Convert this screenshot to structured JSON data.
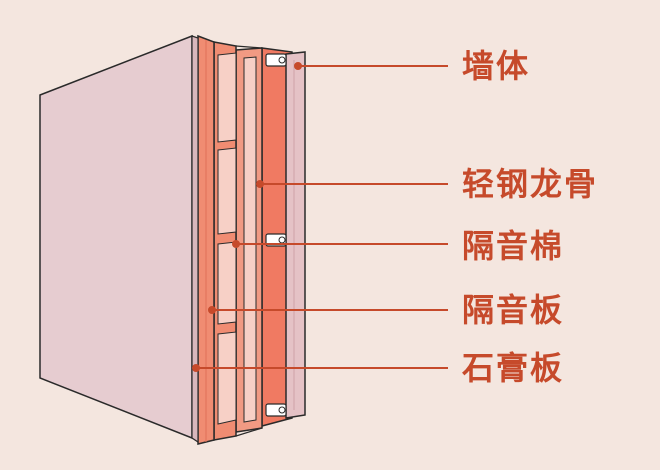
{
  "labels": [
    {
      "id": "wall",
      "text": "墙体"
    },
    {
      "id": "steel-keel",
      "text": "轻钢龙骨"
    },
    {
      "id": "sound-cotton",
      "text": "隔音棉"
    },
    {
      "id": "sound-board",
      "text": "隔音板"
    },
    {
      "id": "gypsum-board",
      "text": "石膏板"
    }
  ],
  "colors": {
    "background": "#f4e6df",
    "accent": "#c64a2b",
    "outline": "#2a2a2a",
    "gypsum": "#e6ccd0",
    "board": "#f08c72",
    "keel": "#f19a83",
    "cotton": "#f7d0c6",
    "wall": "#e5c2c6"
  }
}
